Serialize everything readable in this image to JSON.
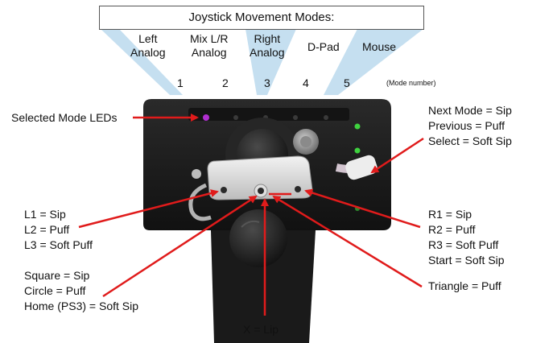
{
  "title": "Joystick Movement Modes:",
  "modes": [
    {
      "name": "Left\nAnalog",
      "number": "1"
    },
    {
      "name": "Mix L/R\nAnalog",
      "number": "2"
    },
    {
      "name": "Right\nAnalog",
      "number": "3"
    },
    {
      "name": "D-Pad",
      "number": "4"
    },
    {
      "name": "Mouse",
      "number": "5"
    }
  ],
  "mode_number_note": "(Mode number)",
  "selected_leds_label": "Selected Mode LEDs",
  "mode_select": [
    "Next Mode = Sip",
    "Previous = Puff",
    "Select = Soft Sip"
  ],
  "left_port": [
    "L1 = Sip",
    "L2 = Puff",
    "L3 = Soft Puff"
  ],
  "right_port": [
    "R1 = Sip",
    "R2 = Puff",
    "R3 = Soft Puff",
    "Start = Soft Sip"
  ],
  "center_port": [
    "Square = Sip",
    "Circle = Puff",
    "Home (PS3) = Soft Sip"
  ],
  "triangle": "Triangle = Puff",
  "lip": "X = Lip",
  "colors": {
    "fan": "#c5dff0",
    "arrow": "#e01b1b",
    "led_selected": "#b02fd0",
    "led_green": "#3fd23f",
    "device": "#1e1e1e"
  }
}
